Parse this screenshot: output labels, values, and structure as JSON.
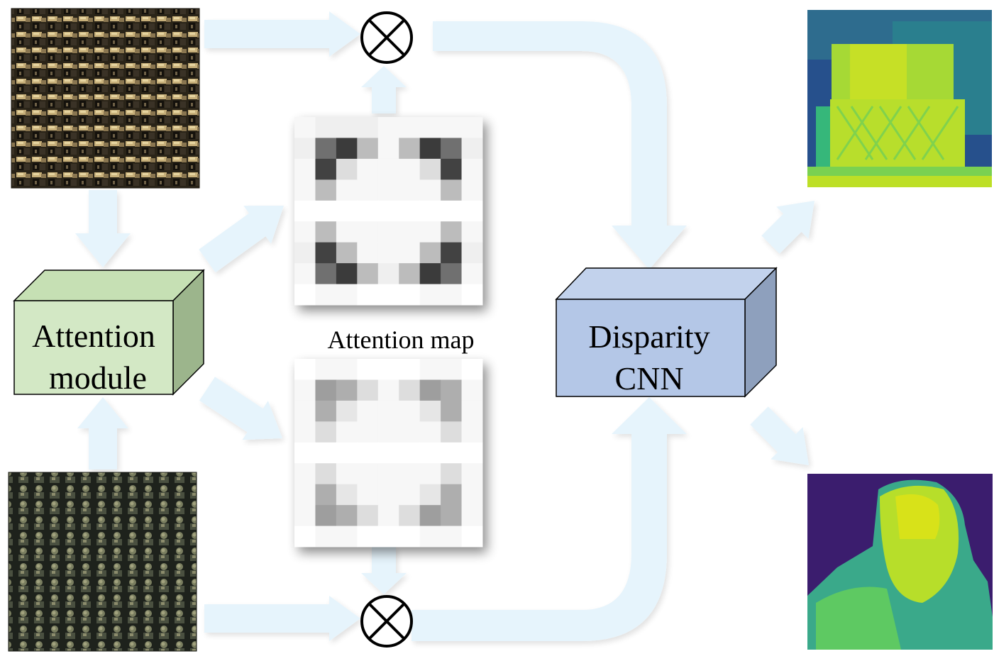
{
  "attention_module": {
    "line1": "Attention",
    "line2": "module"
  },
  "disparity_cnn": {
    "line1": "Disparity",
    "line2": "CNN"
  },
  "attention_map_caption": "Attention map",
  "multiply_symbol": "⊗",
  "attention_maps": {
    "top": [
      [
        247,
        239,
        239,
        239,
        247,
        247,
        247,
        247,
        247
      ],
      [
        239,
        112,
        58,
        188,
        247,
        188,
        58,
        112,
        239
      ],
      [
        247,
        66,
        221,
        247,
        247,
        247,
        221,
        66,
        247
      ],
      [
        247,
        188,
        247,
        247,
        247,
        247,
        247,
        188,
        247
      ],
      [
        255,
        255,
        255,
        255,
        255,
        255,
        255,
        255,
        255
      ],
      [
        247,
        188,
        247,
        247,
        247,
        247,
        247,
        188,
        247
      ],
      [
        239,
        66,
        188,
        247,
        247,
        247,
        188,
        66,
        239
      ],
      [
        247,
        112,
        58,
        188,
        239,
        188,
        58,
        112,
        247
      ],
      [
        255,
        247,
        247,
        255,
        255,
        255,
        247,
        247,
        255
      ]
    ],
    "bottom": [
      [
        255,
        247,
        247,
        255,
        255,
        255,
        247,
        247,
        255
      ],
      [
        247,
        158,
        174,
        221,
        247,
        221,
        158,
        174,
        247
      ],
      [
        247,
        174,
        230,
        247,
        247,
        247,
        230,
        174,
        247
      ],
      [
        247,
        221,
        247,
        247,
        247,
        247,
        247,
        221,
        247
      ],
      [
        255,
        255,
        255,
        255,
        255,
        255,
        255,
        255,
        255
      ],
      [
        247,
        221,
        247,
        247,
        247,
        247,
        247,
        221,
        247
      ],
      [
        247,
        174,
        230,
        247,
        247,
        247,
        230,
        174,
        247
      ],
      [
        247,
        158,
        174,
        221,
        247,
        221,
        158,
        174,
        247
      ],
      [
        255,
        247,
        247,
        255,
        255,
        255,
        247,
        247,
        255
      ]
    ]
  },
  "colors": {
    "arrow": "#e6f4fc",
    "attention_front": "#d3e8c5",
    "attention_top": "#c6e0b4",
    "attention_side": "#9cb58c",
    "disparity_front": "#b4c7e7",
    "disparity_top": "#c2d2ec",
    "disparity_side": "#8ea0bd"
  }
}
